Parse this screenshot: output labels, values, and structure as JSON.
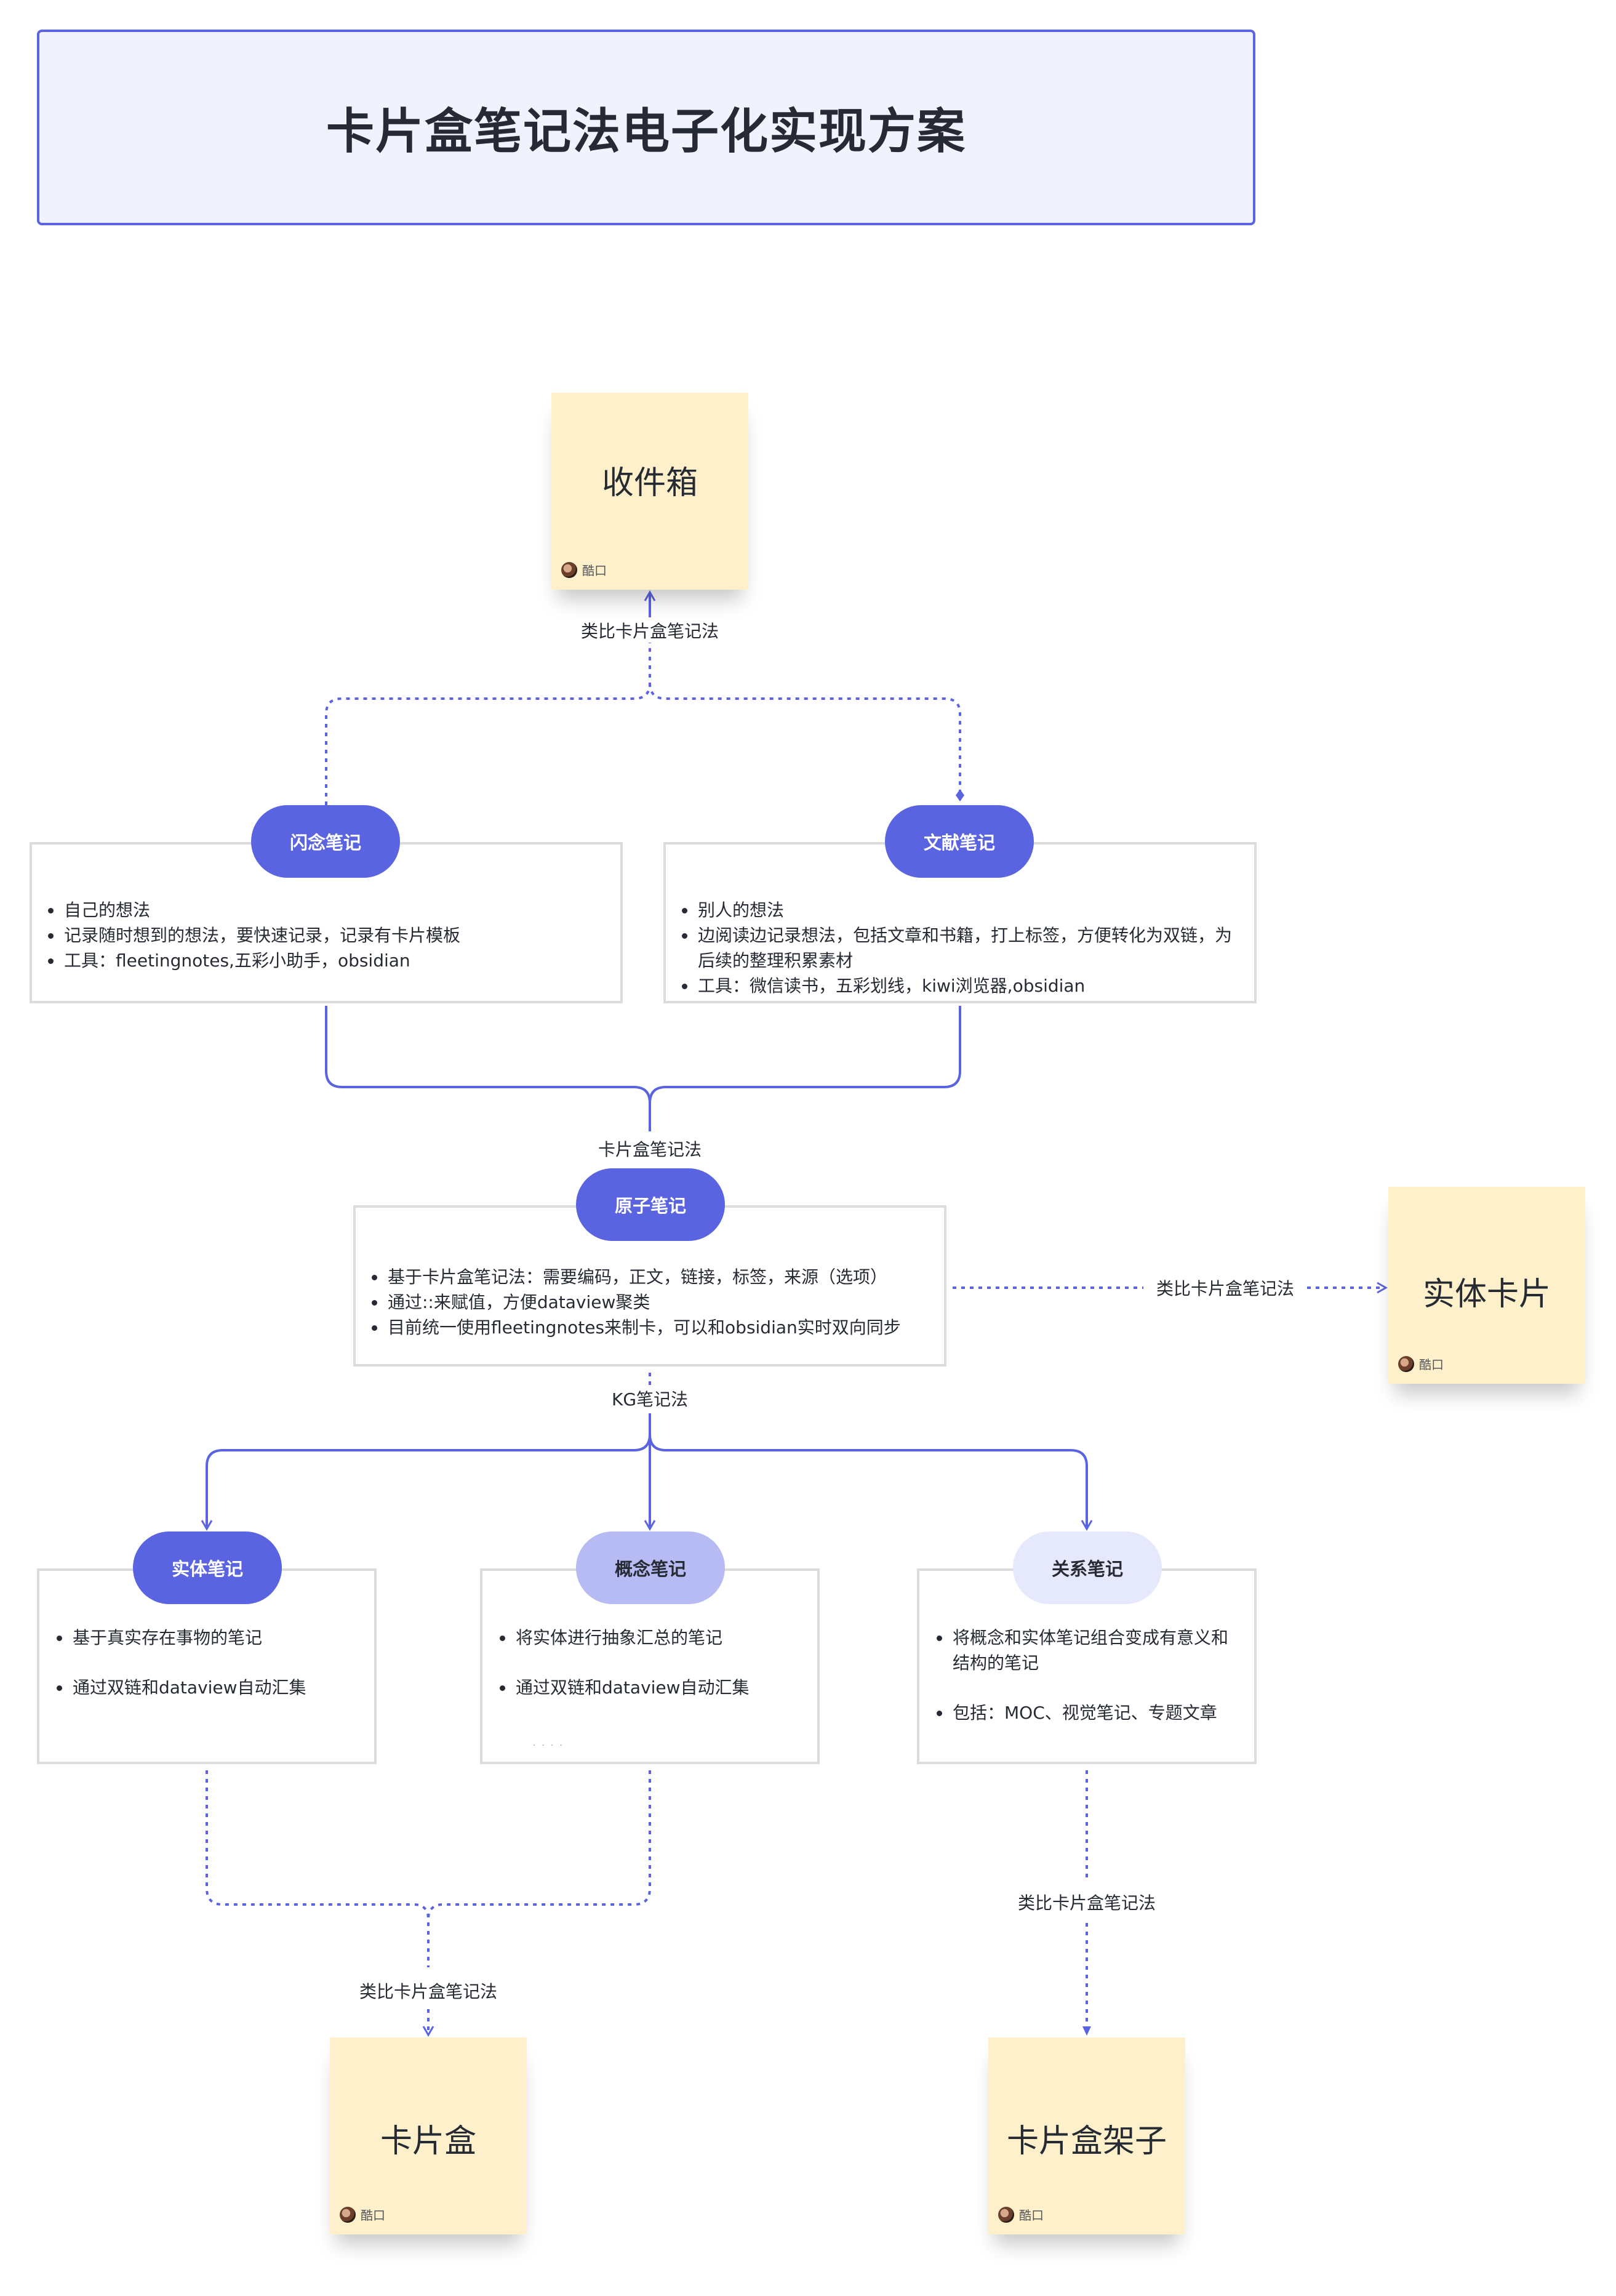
{
  "title": "卡片盒笔记法电子化实现方案",
  "colors": {
    "accent": "#5b64e0",
    "sticky": "#fdf0cb",
    "title_bg": "#f1f2fd"
  },
  "stickies": {
    "inbox": {
      "text": "收件箱",
      "author": "酷口"
    },
    "physical_card": {
      "text": "实体卡片",
      "author": "酷口"
    },
    "card_box": {
      "text": "卡片盒",
      "author": "酷口"
    },
    "card_box_shelf": {
      "text": "卡片盒架子",
      "author": "酷口"
    }
  },
  "nodes": {
    "fleeting": {
      "label": "闪念笔记",
      "items": [
        "自己的想法",
        "记录随时想到的想法，要快速记录，记录有卡片模板",
        "工具：fleetingnotes,五彩小助手，obsidian"
      ]
    },
    "literature": {
      "label": "文献笔记",
      "items": [
        "别人的想法",
        "边阅读边记录想法，包括文章和书籍，打上标签，方便转化为双链，为后续的整理积累素材",
        "工具：微信读书，五彩划线，kiwi浏览器,obsidian"
      ]
    },
    "atomic": {
      "label": "原子笔记",
      "items": [
        "基于卡片盒笔记法：需要编码，正文，链接，标签，来源（选项）",
        "通过::来赋值，方便dataview聚类",
        "目前统一使用fleetingnotes来制卡，可以和obsidian实时双向同步"
      ]
    },
    "entity": {
      "label": "实体笔记",
      "items": [
        "基于真实存在事物的笔记",
        "通过双链和dataview自动汇集"
      ]
    },
    "concept": {
      "label": "概念笔记",
      "items": [
        "将实体进行抽象汇总的笔记",
        "通过双链和dataview自动汇集"
      ]
    },
    "relation": {
      "label": "关系笔记",
      "items": [
        "将概念和实体笔记组合变成有意义和结构的笔记",
        "包括：MOC、视觉笔记、专题文章"
      ]
    }
  },
  "edge_labels": {
    "to_inbox": "类比卡片盒笔记法",
    "to_atomic": "卡片盒笔记法",
    "to_physical": "类比卡片盒笔记法",
    "to_kg": "KG笔记法",
    "to_card_box": "类比卡片盒笔记法",
    "to_shelf": "类比卡片盒笔记法"
  }
}
